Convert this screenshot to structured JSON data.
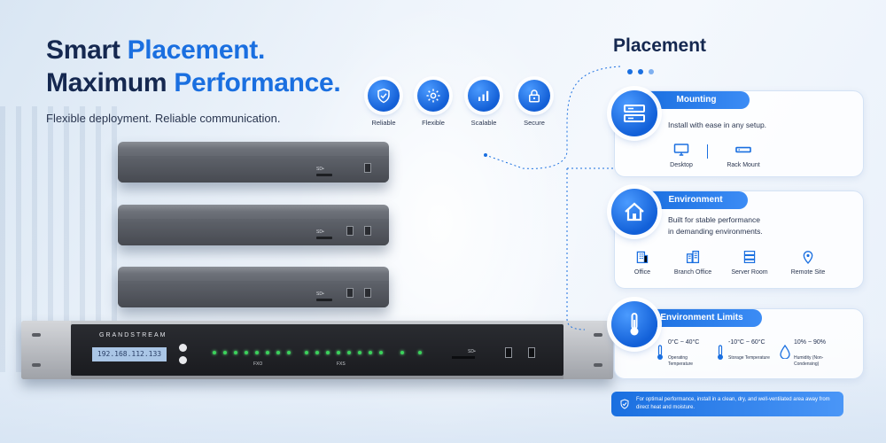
{
  "headline": {
    "line1_a": "Smart ",
    "line1_b": "Placement.",
    "line2_a": "Maximum ",
    "line2_b": "Performance.",
    "subtitle": "Flexible deployment. Reliable communication."
  },
  "features": [
    {
      "label": "Reliable",
      "icon": "shield-check-icon"
    },
    {
      "label": "Flexible",
      "icon": "gear-icon"
    },
    {
      "label": "Scalable",
      "icon": "bar-chart-icon"
    },
    {
      "label": "Secure",
      "icon": "padlock-icon"
    }
  ],
  "devices": {
    "box_sd_label": "SD•",
    "rack_brand": "GRANDSTREAM",
    "rack_lcd": "192.168.112.133",
    "rack_fxo_label": "FXO",
    "rack_fxs_label": "FXS",
    "rack_sd_label": "SD•"
  },
  "placement": {
    "title": "Placement",
    "mounting": {
      "title": "Mounting",
      "desc": "Install with ease in any setup.",
      "options": [
        {
          "label": "Desktop",
          "icon": "desktop-icon"
        },
        {
          "label": "Rack Mount",
          "icon": "rack-mount-icon"
        }
      ]
    },
    "environment": {
      "title": "Environment",
      "desc_line1": "Built for stable performance",
      "desc_line2": "in demanding environments.",
      "options": [
        {
          "label": "Office",
          "icon": "office-building-icon"
        },
        {
          "label": "Branch Office",
          "icon": "branch-office-icon"
        },
        {
          "label": "Server Room",
          "icon": "server-icon"
        },
        {
          "label": "Remote Site",
          "icon": "location-pin-icon"
        }
      ]
    },
    "limits": {
      "title": "Environment Limits",
      "items": [
        {
          "value": "0°C ~ 40°C",
          "label": "Operating Temperature",
          "icon": "thermometer-icon"
        },
        {
          "value": "-10°C ~ 60°C",
          "label": "Storage Temperature",
          "icon": "thermometer-icon"
        },
        {
          "value": "10% ~ 90%",
          "label": "Humidity (Non-Condensing)",
          "icon": "humidity-drop-icon"
        }
      ]
    },
    "tip": "For optimal performance, install in a clean, dry, and well-ventilated area away from direct heat and moisture."
  },
  "colors": {
    "accent": "#1a6fe0",
    "navy": "#152850"
  }
}
